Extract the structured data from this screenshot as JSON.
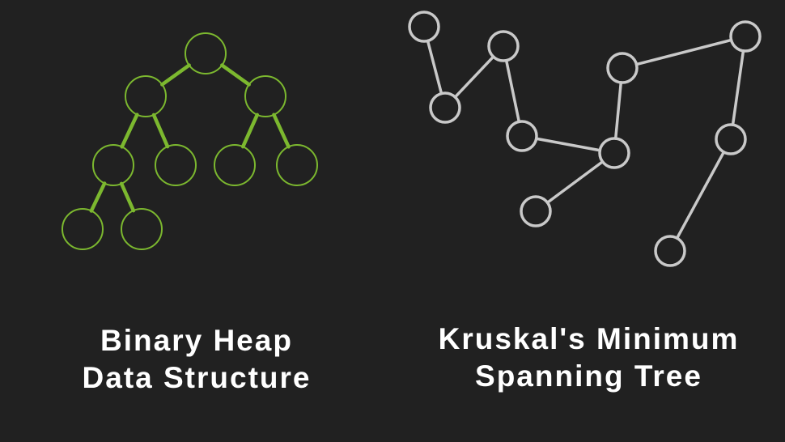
{
  "colors": {
    "background": "#212121",
    "heap_stroke": "#7cb82f",
    "mst_stroke": "#c9c9c9",
    "caption": "#ffffff"
  },
  "left_panel": {
    "caption_line1": "Binary Heap",
    "caption_line2": "Data Structure",
    "tree": {
      "nodes": [
        {
          "id": "root",
          "children": [
            "left",
            "right"
          ]
        },
        {
          "id": "left",
          "children": [
            "left-left",
            "left-right"
          ]
        },
        {
          "id": "right",
          "children": [
            "right-left",
            "right-right"
          ]
        },
        {
          "id": "left-left",
          "children": [
            "left-left-left",
            "left-left-right"
          ]
        },
        {
          "id": "left-right",
          "children": []
        },
        {
          "id": "right-left",
          "children": []
        },
        {
          "id": "right-right",
          "children": []
        },
        {
          "id": "left-left-left",
          "children": []
        },
        {
          "id": "left-left-right",
          "children": []
        }
      ]
    }
  },
  "right_panel": {
    "caption_line1": "Kruskal's Minimum",
    "caption_line2": "Spanning Tree",
    "graph": {
      "nodes": [
        "a",
        "b",
        "c",
        "d",
        "e",
        "f",
        "g",
        "h",
        "i",
        "j"
      ],
      "edges": [
        [
          "a",
          "b"
        ],
        [
          "b",
          "c"
        ],
        [
          "c",
          "d"
        ],
        [
          "d",
          "e"
        ],
        [
          "e",
          "f"
        ],
        [
          "e",
          "g"
        ],
        [
          "g",
          "h"
        ],
        [
          "h",
          "i"
        ],
        [
          "i",
          "j"
        ]
      ]
    }
  }
}
